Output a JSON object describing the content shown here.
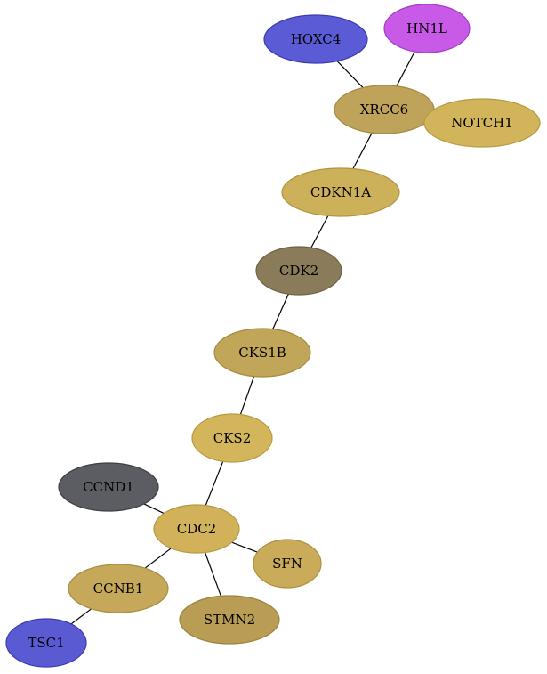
{
  "graph": {
    "nodes": [
      {
        "id": "HOXC4",
        "label": "HOXC4",
        "fill": "#5b5bd6",
        "stroke": "#3b3bb0"
      },
      {
        "id": "HN1L",
        "label": "HN1L",
        "fill": "#c95ae8",
        "stroke": "#a23dc4"
      },
      {
        "id": "XRCC6",
        "label": "XRCC6",
        "fill": "#bfa35a",
        "stroke": "#a48a42"
      },
      {
        "id": "NOTCH1",
        "label": "NOTCH1",
        "fill": "#d2b45b",
        "stroke": "#b89a42"
      },
      {
        "id": "CDKN1A",
        "label": "CDKN1A",
        "fill": "#cdb05a",
        "stroke": "#b09540"
      },
      {
        "id": "CDK2",
        "label": "CDK2",
        "fill": "#8a7c5a",
        "stroke": "#6e6242"
      },
      {
        "id": "CKS1B",
        "label": "CKS1B",
        "fill": "#c1a659",
        "stroke": "#a48b3f"
      },
      {
        "id": "CKS2",
        "label": "CKS2",
        "fill": "#d3b55b",
        "stroke": "#b89a40"
      },
      {
        "id": "CCND1",
        "label": "CCND1",
        "fill": "#5c5d62",
        "stroke": "#3e3f44"
      },
      {
        "id": "CDC2",
        "label": "CDC2",
        "fill": "#d1b25a",
        "stroke": "#b59840"
      },
      {
        "id": "SFN",
        "label": "SFN",
        "fill": "#c9ab5a",
        "stroke": "#ad9140"
      },
      {
        "id": "CCNB1",
        "label": "CCNB1",
        "fill": "#c5a85a",
        "stroke": "#a98e40"
      },
      {
        "id": "STMN2",
        "label": "STMN2",
        "fill": "#b99d55",
        "stroke": "#9c833d"
      },
      {
        "id": "TSC1",
        "label": "TSC1",
        "fill": "#5a5ad3",
        "stroke": "#3b3bb0"
      }
    ],
    "edges": [
      {
        "source": "HOXC4",
        "target": "XRCC6"
      },
      {
        "source": "HN1L",
        "target": "XRCC6"
      },
      {
        "source": "XRCC6",
        "target": "CDKN1A"
      },
      {
        "source": "CDKN1A",
        "target": "CDK2"
      },
      {
        "source": "CDK2",
        "target": "CKS1B"
      },
      {
        "source": "CKS1B",
        "target": "CKS2"
      },
      {
        "source": "CKS2",
        "target": "CDC2"
      },
      {
        "source": "CCND1",
        "target": "CDC2"
      },
      {
        "source": "CDC2",
        "target": "SFN"
      },
      {
        "source": "CDC2",
        "target": "CCNB1"
      },
      {
        "source": "CDC2",
        "target": "STMN2"
      },
      {
        "source": "CCNB1",
        "target": "TSC1"
      }
    ]
  }
}
